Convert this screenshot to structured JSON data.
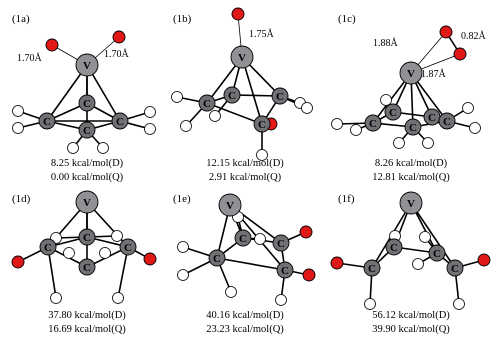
{
  "colors": {
    "vanadium": "#8f9194",
    "carbon": "#6f7174",
    "oxygen": "#e01818",
    "hydrogen": "#ffffff",
    "bond": "#000000"
  },
  "atom_symbols": {
    "vanadium": "V",
    "carbon": "C"
  },
  "panels": [
    {
      "id": "1a",
      "label": "(1a)",
      "distances": [
        "1.70Å",
        "1.70Å"
      ],
      "energies": [
        "8.25 kcal/mol(D)",
        "0.00 kcal/mol(Q)"
      ]
    },
    {
      "id": "1b",
      "label": "(1b)",
      "distances": [
        "1.75Å"
      ],
      "energies": [
        "12.15 kcal/mol(D)",
        "2.91 kcal/mol(Q)"
      ]
    },
    {
      "id": "1c",
      "label": "(1c)",
      "distances": [
        "1.88Å",
        "0.82Å",
        "1.87Å"
      ],
      "energies": [
        "8.26 kcal/mol(D)",
        "12.81 kcal/mol(Q)"
      ]
    },
    {
      "id": "1d",
      "label": "(1d)",
      "distances": [],
      "energies": [
        "37.80 kcal/mol(D)",
        "16.69 kcal/mol(Q)"
      ]
    },
    {
      "id": "1e",
      "label": "(1e)",
      "distances": [],
      "energies": [
        "40.16 kcal/mol(D)",
        "23.23 kcal/mol(Q)"
      ]
    },
    {
      "id": "1f",
      "label": "(1f)",
      "distances": [],
      "energies": [
        "56.12 kcal/mol(D)",
        "39.90 kcal/mol(Q)"
      ]
    }
  ]
}
